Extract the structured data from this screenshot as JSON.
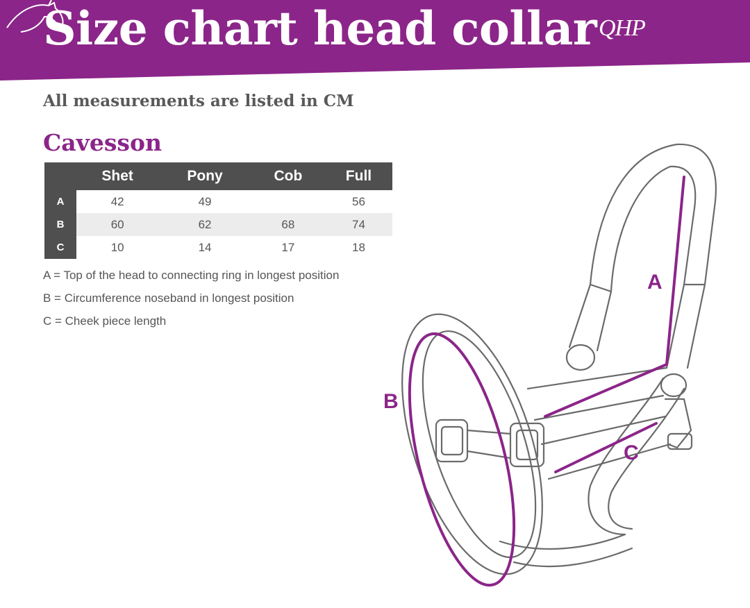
{
  "header": {
    "title": "Size chart head collar",
    "brand": "QHP",
    "banner_color": "#8b2589"
  },
  "subtitle": "All measurements are listed in CM",
  "section_title": "Cavesson",
  "table": {
    "columns": [
      "",
      "Shet",
      "Pony",
      "Cob",
      "Full"
    ],
    "rows": [
      {
        "label": "A",
        "values": [
          "42",
          "49",
          "",
          "56"
        ]
      },
      {
        "label": "B",
        "values": [
          "60",
          "62",
          "68",
          "74"
        ]
      },
      {
        "label": "C",
        "values": [
          "10",
          "14",
          "17",
          "18"
        ]
      }
    ]
  },
  "legend": [
    "A = Top of the head to connecting ring in longest position",
    "B = Circumference noseband in longest position",
    "C = Cheek piece length"
  ],
  "diagram": {
    "labels": {
      "a": "A",
      "b": "B",
      "c": "C"
    },
    "accent_color": "#8b2589",
    "outline_color": "#6a6a6a"
  }
}
